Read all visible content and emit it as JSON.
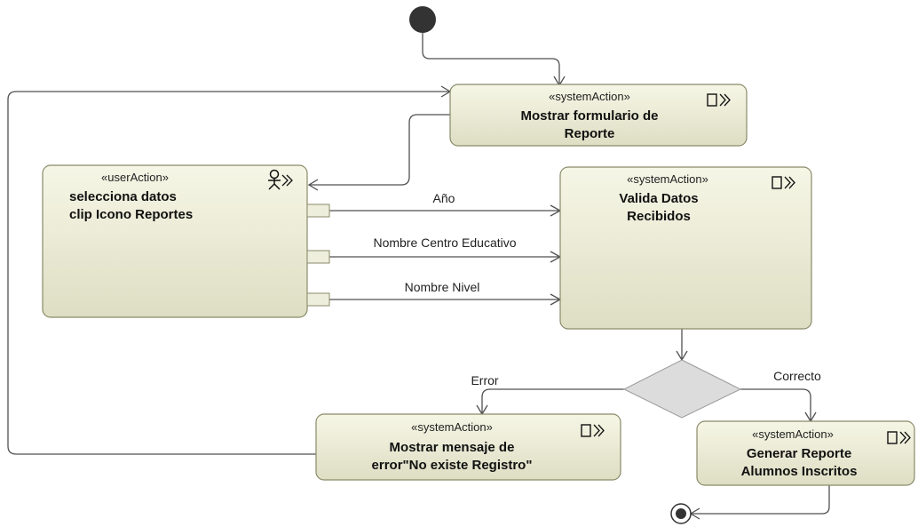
{
  "nodes": {
    "mostrar_formulario": {
      "stereotype": "«systemAction»",
      "lines": [
        "Mostrar formulario de",
        "Reporte"
      ]
    },
    "selecciona_datos": {
      "stereotype": "«userAction»",
      "lines": [
        "selecciona datos",
        "clip Icono Reportes"
      ]
    },
    "valida_datos": {
      "stereotype": "«systemAction»",
      "lines": [
        "Valida Datos",
        "Recibidos"
      ]
    },
    "mostrar_mensaje": {
      "stereotype": "«systemAction»",
      "lines": [
        "Mostrar mensaje de",
        "error\"No existe Registro\""
      ]
    },
    "generar_reporte": {
      "stereotype": "«systemAction»",
      "lines": [
        "Generar Reporte",
        "Alumnos Inscritos"
      ]
    }
  },
  "edges": {
    "anio": "Año",
    "centro": "Nombre Centro Educativo",
    "nivel": "Nombre Nivel",
    "error": "Error",
    "correcto": "Correcto"
  },
  "icons": {
    "system_action": "call-behavior-icon",
    "user_action": "actor-icon"
  },
  "colors": {
    "node_fill_top": "#f6f6e6",
    "node_fill_bottom": "#dedec4",
    "node_border": "#8a8a6a",
    "decision_fill": "#dcdcdc",
    "edge": "#505050"
  }
}
